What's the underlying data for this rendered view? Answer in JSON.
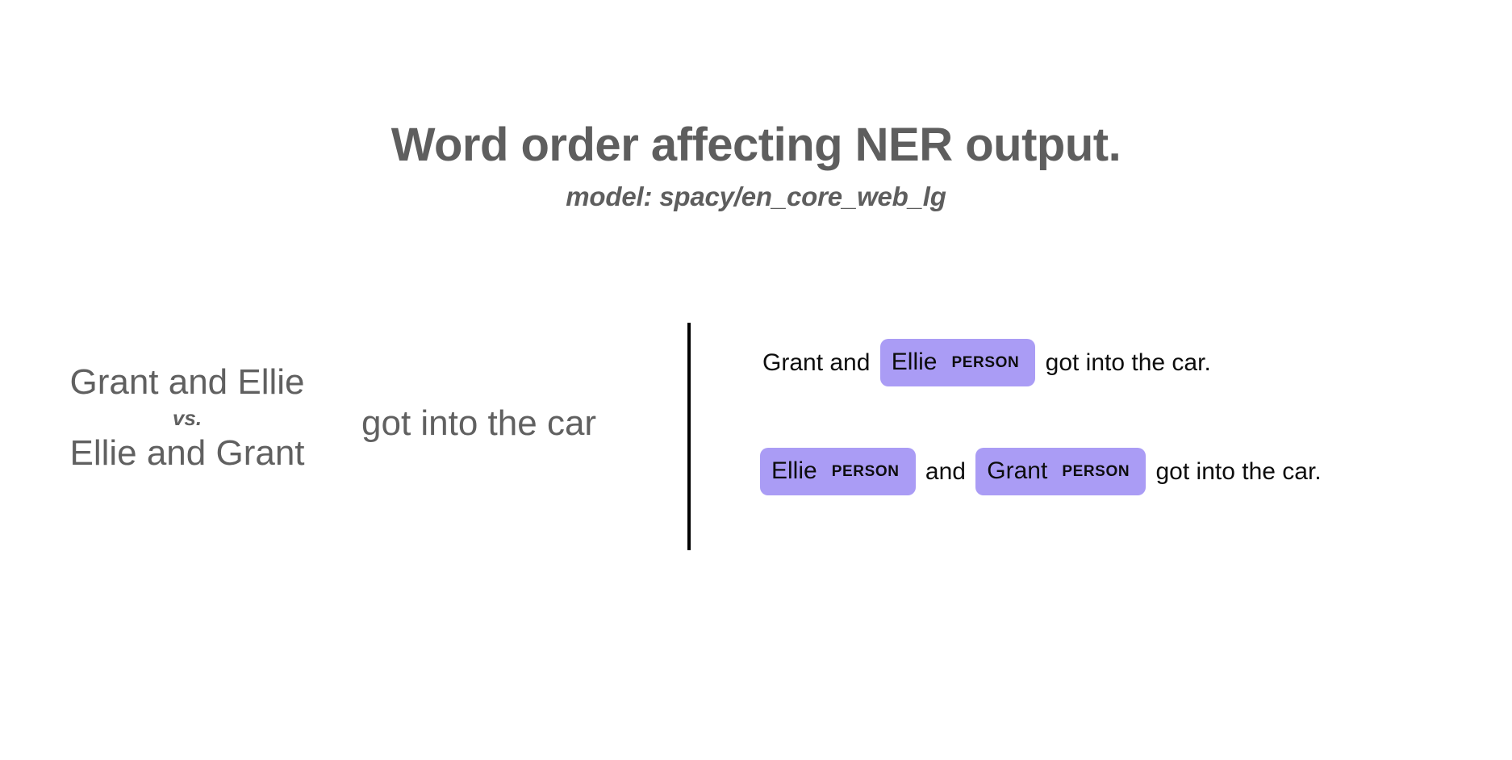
{
  "header": {
    "title": "Word order affecting NER output.",
    "subtitle": "model: spacy/en_core_web_lg",
    "title_color": "#5e5e5e"
  },
  "comparison": {
    "phrase_a": "Grant and Ellie",
    "vs_label": "vs.",
    "phrase_b": "Ellie and Grant",
    "shared_tail": "got into the car",
    "text_color": "#606060"
  },
  "divider": {
    "color": "#000000"
  },
  "ner": {
    "entity_color": "#aa9cf5",
    "rows": [
      {
        "row_name": "ner-output-row-1",
        "parts": [
          {
            "kind": "text",
            "text": "Grant and "
          },
          {
            "kind": "entity",
            "text": "Ellie",
            "label": "PERSON"
          },
          {
            "kind": "text",
            "text": " got into the car."
          }
        ]
      },
      {
        "row_name": "ner-output-row-2",
        "parts": [
          {
            "kind": "entity",
            "text": "Ellie",
            "label": "PERSON"
          },
          {
            "kind": "text",
            "text": " and "
          },
          {
            "kind": "entity",
            "text": "Grant",
            "label": "PERSON"
          },
          {
            "kind": "text",
            "text": " got into the car."
          }
        ]
      }
    ]
  }
}
